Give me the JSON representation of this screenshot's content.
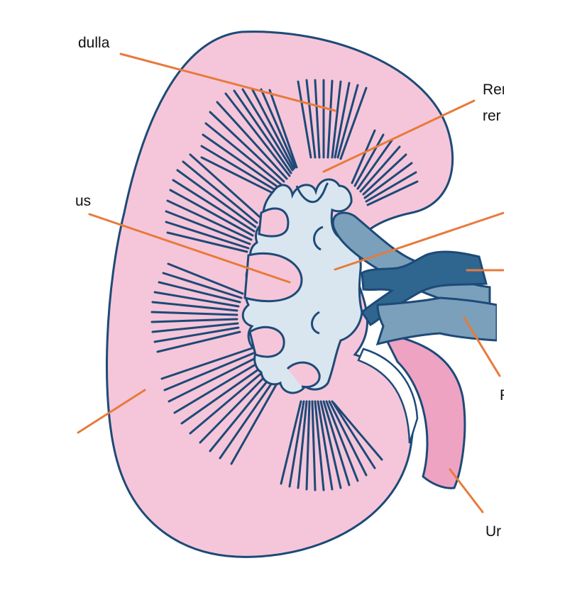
{
  "labels": {
    "medulla": "dulla",
    "renal_artery_line1": "Rer",
    "renal_artery_line2": "rer",
    "sinus": "us",
    "vessel": "F",
    "ureter": "Ur"
  },
  "colors": {
    "kidney": "#f5c6d9",
    "outline": "#1d4a78",
    "pelvis": "#d9e6ef",
    "vein_light": "#7aa0bb",
    "vein_dark": "#2e6690",
    "ureter": "#eea3c2",
    "leader": "#e87a3a"
  }
}
